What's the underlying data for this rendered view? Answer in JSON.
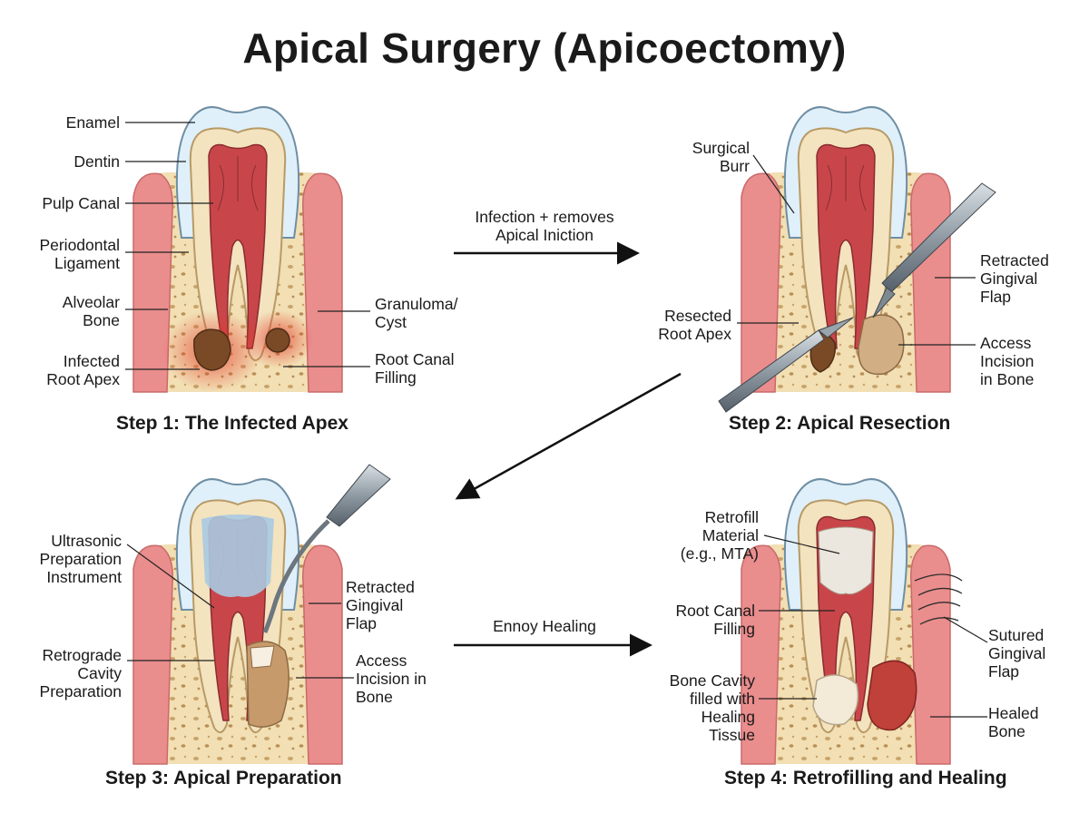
{
  "title": "Apical Surgery (Apicoectomy)",
  "steps": [
    {
      "caption": "Step 1: The Infected Apex",
      "labels": [
        "Enamel",
        "Dentin",
        "Pulp Canal",
        "Periodontal\nLigament",
        "Alveolar\nBone",
        "Infected\nRoot Apex",
        "Granuloma/\nCyst",
        "Root Canal\nFilling"
      ]
    },
    {
      "caption": "Step 2: Apical Resection",
      "labels": [
        "Surgical\nBurr",
        "Resected\nRoot Apex",
        "Retracted\nGingival\nFlap",
        "Access\nIncision\nin Bone"
      ]
    },
    {
      "caption": "Step 3: Apical Preparation",
      "labels": [
        "Ultrasonic\nPreparation\nInstrument",
        "Retrograde\nCavity\nPreparation",
        "Retracted\nGingival\nFlap",
        "Access\nIncision in\nBone"
      ]
    },
    {
      "caption": "Step 4: Retrofilling and Healing",
      "labels": [
        "Retrofill\nMaterial\n(e.g., MTA)",
        "Root Canal\nFilling",
        "Bone Cavity\nfilled with\nHealing\nTissue",
        "Sutured\nGingival\nFlap",
        "Healed\nBone"
      ]
    }
  ],
  "flows": [
    "Infection + removes\nApical Iniction",
    "Ennoy Healing"
  ],
  "colors": {
    "enamel": "#dff0fa",
    "dentin": "#f3e3bf",
    "pulp": "#c8464a",
    "gum": "#ea8d8d",
    "bone": "#f2dfb4",
    "granuloma": "#7a4a26",
    "instrument": "#8f9aa3"
  }
}
